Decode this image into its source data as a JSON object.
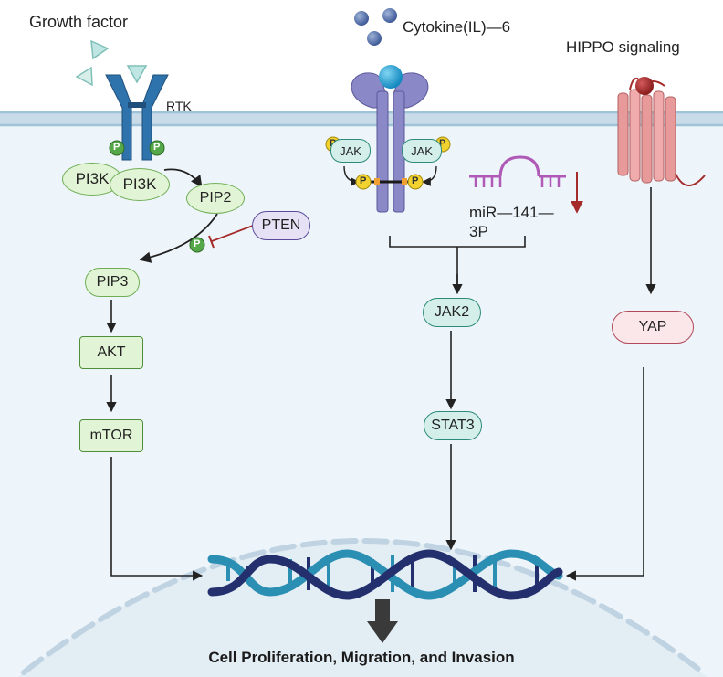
{
  "labels": {
    "growth_factor": "Growth factor",
    "rtk": "RTK",
    "cytokine": "Cytokine(IL)—6",
    "hippo": "HIPPO signaling",
    "mir_line1": "miR—141—",
    "mir_line2": "3P",
    "outcome": "Cell Proliferation, Migration, and Invasion",
    "phospho": "P"
  },
  "nodes": {
    "pi3k_left": "PI3K",
    "pi3k_right": "PI3K",
    "pip2": "PIP2",
    "pten": "PTEN",
    "pip3": "PIP3",
    "akt": "AKT",
    "mtor": "mTOR",
    "jak_left": "JAK",
    "jak_right": "JAK",
    "jak2": "JAK2",
    "stat3": "STAT3",
    "yap": "YAP"
  },
  "colors": {
    "membrane": "#9ec3d8",
    "cytoplasm": "#eef5fa",
    "nucleus": "#e3edf4",
    "green_fill": "#e2f4d6",
    "green_stroke": "#6fae55",
    "teal_fill": "#d4efe9",
    "teal_stroke": "#2c8a7a",
    "yap_fill": "#fbe7ea",
    "yap_stroke": "#b04a5a",
    "pten_fill": "#e6e1f5",
    "pten_stroke": "#5b4b9a",
    "rtk_blue": "#2f73ad",
    "receptor_purple": "#8b88c8",
    "gpcr_pink": "#e89a9a",
    "mirna_purple": "#b05ab8",
    "inhibit_red": "#a52a2a",
    "dna_dark": "#24306e",
    "dna_light": "#2a8fb3"
  },
  "icons": [
    "growth-factor-triangles",
    "rtk-receptor",
    "cytokine-spheres",
    "cytokine-receptor",
    "gpcr-receptor",
    "mirna-hairpin",
    "dna-helix",
    "phosphate-circle"
  ]
}
